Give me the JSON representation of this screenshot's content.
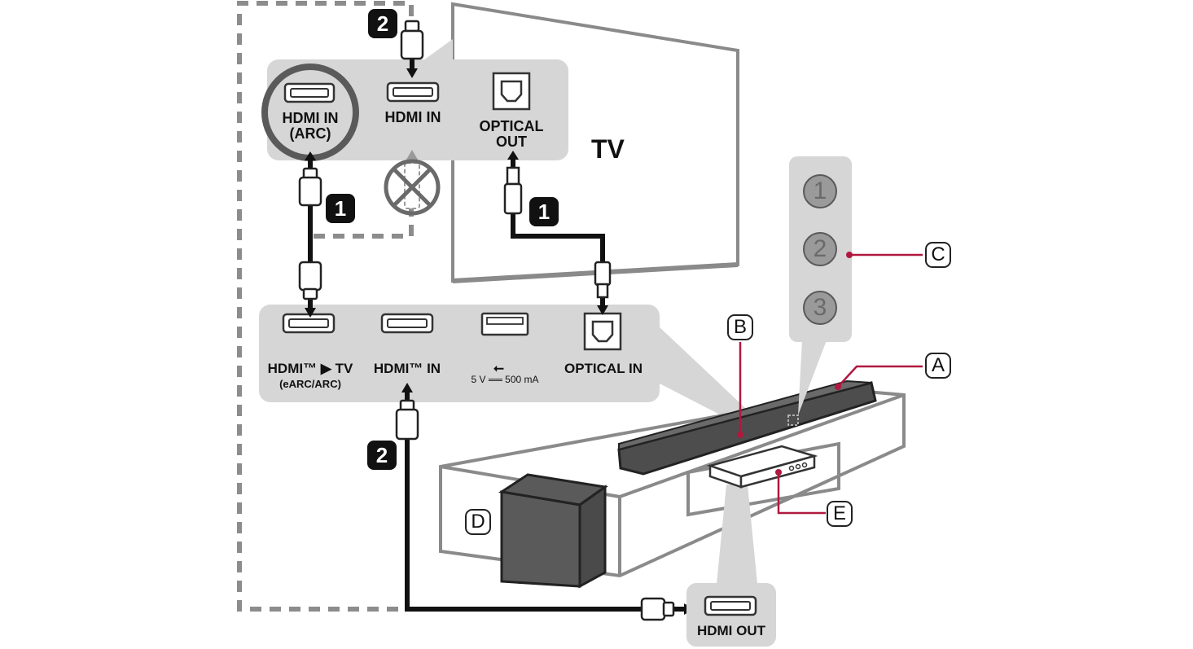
{
  "tv": {
    "label": "TV",
    "ports": {
      "hdmi_arc_line1": "HDMI IN",
      "hdmi_arc_line2": "(ARC)",
      "hdmi_in": "HDMI IN",
      "optical_line1": "OPTICAL",
      "optical_line2": "OUT"
    }
  },
  "soundbar_panel": {
    "hdmi_tv_label": "HDMI™ ▶ TV",
    "hdmi_tv_sub": "(eARC/ARC)",
    "hdmi_in_label": "HDMI™ IN",
    "usb_label": "5 V ══ 500 mA",
    "optical_in_label": "OPTICAL IN"
  },
  "source_device": {
    "hdmi_out_label": "HDMI OUT"
  },
  "buttons_panel": {
    "buttons": [
      "1",
      "2",
      "3"
    ]
  },
  "steps": {
    "step1": "1",
    "step2": "2"
  },
  "callouts": {
    "a": "A",
    "b": "B",
    "c": "C",
    "d": "D",
    "e": "E"
  },
  "colors": {
    "callout_line": "#b0183f",
    "panel_gray": "#d6d6d6",
    "cable": "#111111"
  }
}
